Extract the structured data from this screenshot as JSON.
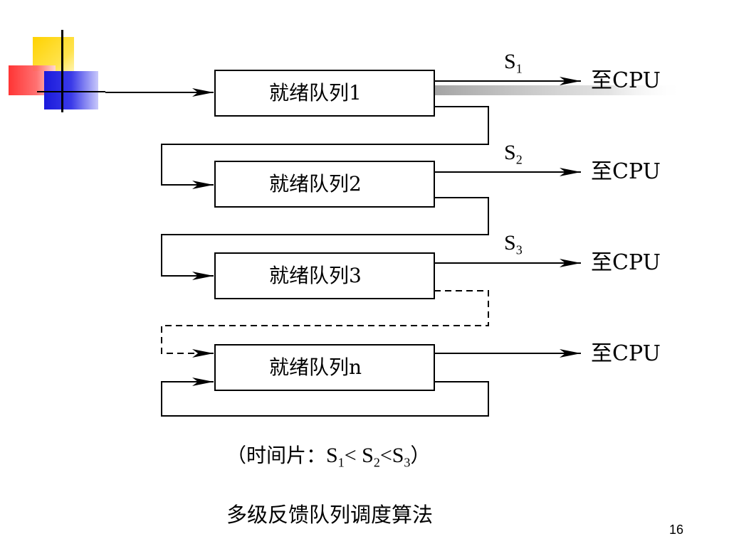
{
  "queues": [
    {
      "label": "就绪队列1"
    },
    {
      "label": "就绪队列2"
    },
    {
      "label": "就绪队列3"
    },
    {
      "label": "就绪队列n"
    }
  ],
  "cpu_label": "至CPU",
  "time_slices": [
    {
      "symbol": "S",
      "sub": "1"
    },
    {
      "symbol": "S",
      "sub": "2"
    },
    {
      "symbol": "S",
      "sub": "3"
    }
  ],
  "formula": {
    "open": "（时间片：",
    "s1": "S",
    "s1_sub": "1",
    "lt1": "<",
    "s2": "S",
    "s2_sub": "2",
    "lt2": "<",
    "s3": "S",
    "s3_sub": "3",
    "close": "）"
  },
  "caption": "多级反馈队列调度算法",
  "page_number": "16"
}
